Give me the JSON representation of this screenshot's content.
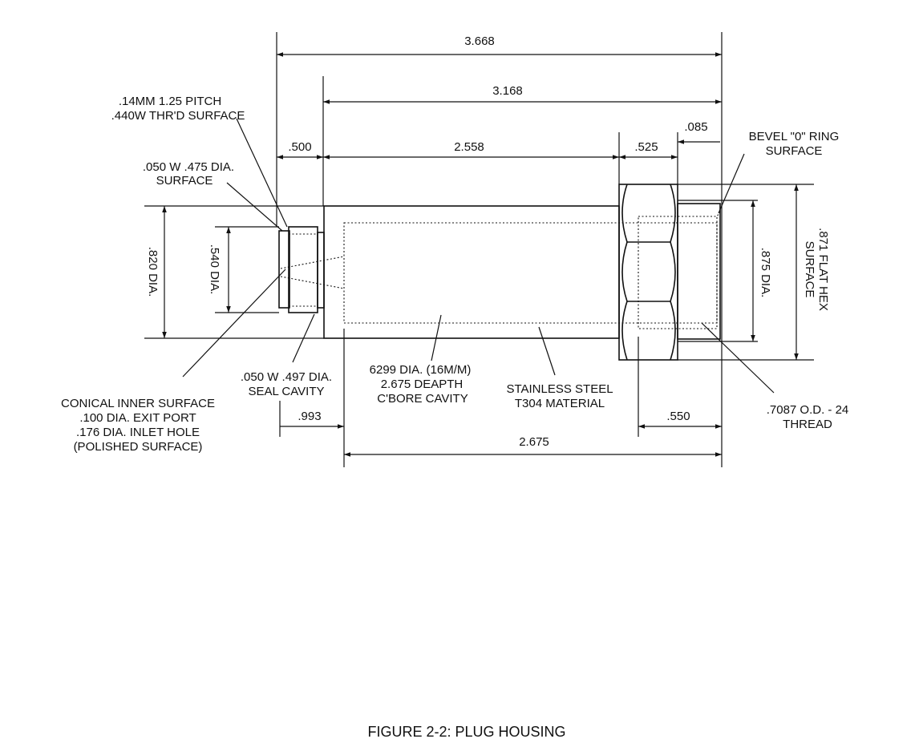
{
  "dimensions": {
    "overall_length": "3.668",
    "body_length": "3.168",
    "thread_length": ".500",
    "mid_length": "2.558",
    "hex_width": ".525",
    "bevel_width": ".085",
    "seal_offset": ".993",
    "thread_end": ".550",
    "cavity_length": "2.675"
  },
  "labels": {
    "thread_surface": [
      ".14MM 1.25 PITCH",
      ".440W THR'D SURFACE"
    ],
    "dia_surface": [
      ".050 W .475 DIA.",
      "SURFACE"
    ],
    "bevel_ring": [
      "BEVEL \"0\" RING",
      "SURFACE"
    ],
    "dia_820": ".820 DIA.",
    "dia_540": ".540 DIA.",
    "dia_875": ".875 DIA.",
    "flat_hex": [
      ".871 FLAT HEX",
      "SURFACE"
    ],
    "seal_cavity": [
      ".050 W .497 DIA.",
      "SEAL CAVITY"
    ],
    "cbore": [
      "6299  DIA. (16M/M)",
      "2.675 DEAPTH",
      "C'BORE CAVITY"
    ],
    "material": [
      "STAINLESS STEEL",
      "T304 MATERIAL"
    ],
    "od_thread": [
      ".7087 O.D. - 24",
      "THREAD"
    ],
    "conical": [
      "CONICAL INNER SURFACE",
      ".100 DIA. EXIT  PORT",
      ".176 DIA. INLET HOLE",
      "(POLISHED SURFACE)"
    ]
  },
  "caption": "FIGURE 2-2: PLUG HOUSING"
}
